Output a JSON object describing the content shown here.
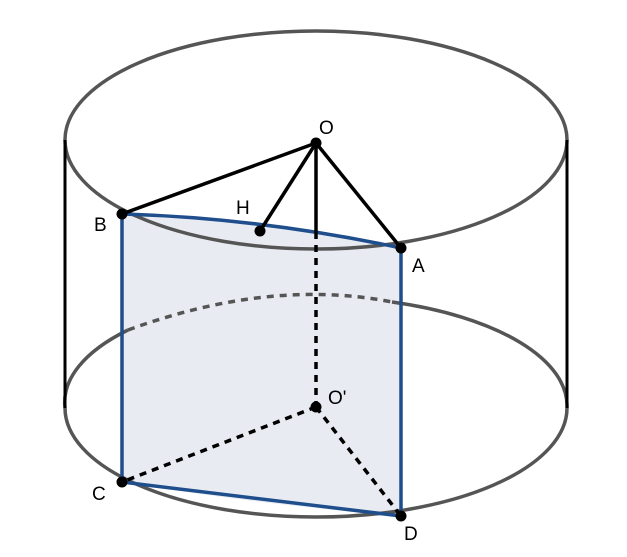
{
  "labels": {
    "O": "O",
    "H": "H",
    "B": "B",
    "A": "A",
    "O_prime": "O'",
    "C": "C",
    "D": "D"
  },
  "colors": {
    "cylinder_outline": "#555555",
    "segment": "#000000",
    "section_edge": "#1f4e8c",
    "section_fill": "#e8ecf2"
  }
}
